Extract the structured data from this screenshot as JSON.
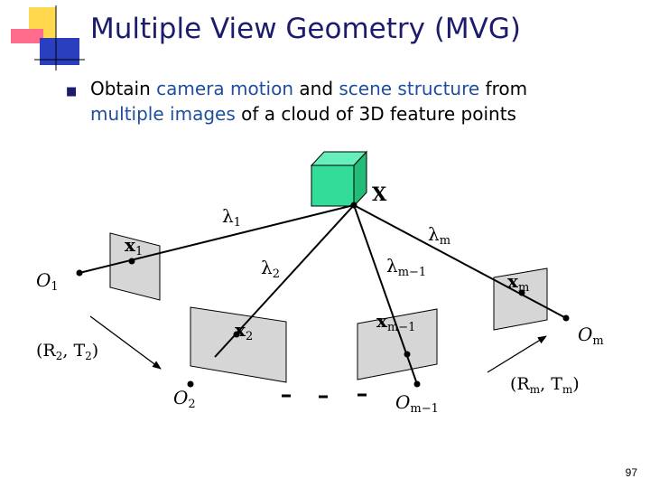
{
  "slide": {
    "title": "Multiple View Geometry (MVG)",
    "bullet": {
      "w1": "Obtain ",
      "h1": "camera motion",
      "w2": " and ",
      "h2": "scene structure",
      "w3": " from",
      "h3": "multiple images",
      "w4": " of a cloud of 3D feature points"
    },
    "slide_number": "97"
  },
  "diagram": {
    "point_label": "X",
    "lambda_1": "λ",
    "lambda_1_sub": "1",
    "lambda_2": "λ",
    "lambda_2_sub": "2",
    "lambda_m": "λ",
    "lambda_m_sub": "m",
    "lambda_m1": "λ",
    "lambda_m1_sub": "m−1",
    "x1": "x",
    "x1_sub": "1",
    "x2": "x",
    "x2_sub": "2",
    "xm1": "x",
    "xm1_sub": "m−1",
    "xm": "x",
    "xm_sub": "m",
    "o1": "O",
    "o1_sub": "1",
    "o2": "O",
    "o2_sub": "2",
    "om1": "O",
    "om1_sub": "m−1",
    "om": "O",
    "om_sub": "m",
    "pose2": "(R",
    "pose2_sub1": "2",
    "pose2_mid": ", T",
    "pose2_sub2": "2",
    "pose2_end": ")",
    "posem": "(R",
    "posem_sub1": "m",
    "posem_mid": ", T",
    "posem_sub2": "m",
    "posem_end": ")",
    "cube_color": "#33dd99",
    "plane_color": "#d6d6d6"
  }
}
